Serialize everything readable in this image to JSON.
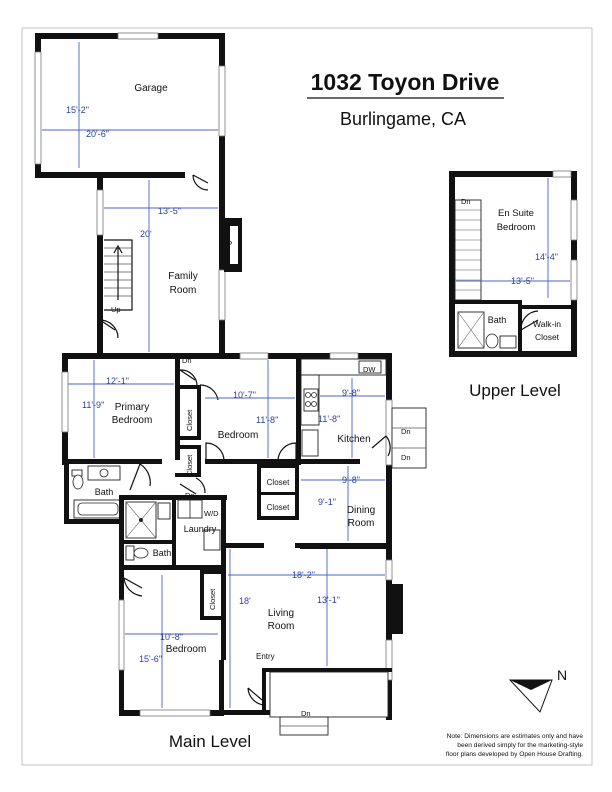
{
  "header": {
    "address": "1032 Toyon Drive",
    "city": "Burlingame, CA"
  },
  "levels": {
    "main": "Main Level",
    "upper": "Upper Level"
  },
  "compass": "N",
  "note": {
    "line1": "Note: Dimensions are estimates only and have",
    "line2": "been derived simply for the marketing-style",
    "line3": "floor plans developed by Open House Drafting."
  },
  "rooms": {
    "garage": "Garage",
    "family1": "Family",
    "family2": "Room",
    "primary1": "Primary",
    "primary2": "Bedroom",
    "bedroom_mid": "Bedroom",
    "kitchen": "Kitchen",
    "dining1": "Dining",
    "dining2": "Room",
    "living1": "Living",
    "living2": "Room",
    "bedroom_low": "Bedroom",
    "bath_main": "Bath",
    "bath_small": "Bath",
    "laundry": "Laundry",
    "en_suite1": "En Suite",
    "en_suite2": "Bedroom",
    "bath_upper": "Bath",
    "walkin1": "Walk-in",
    "walkin2": "Closet"
  },
  "labels": {
    "closet_primary": "Closet",
    "closet_hall": "Closet",
    "closet_a": "Closet",
    "closet_b": "Closet",
    "closet_low": "Closet",
    "fp": "FP",
    "dw": "DW",
    "wd": "W/D",
    "up": "Up",
    "dn_family": "Dn",
    "dn_laundry": "Dn",
    "dn_kitchen1": "Dn",
    "dn_kitchen2": "Dn",
    "dn_entry": "Dn",
    "dn_upper": "Dn",
    "entry": "Entry"
  },
  "dims": {
    "garage_d": "15'-2\"",
    "garage_w": "20'-6\"",
    "family_w": "13'-5\"",
    "family_d": "20'",
    "primary_w": "12'-1\"",
    "primary_d": "11'-9\"",
    "bedroom_mid_w": "10'-7\"",
    "bedroom_mid_d": "11'-8\"",
    "kitchen_w": "9'-8\"",
    "kitchen_d": "11'-8\"",
    "dining_w": "9'-8\"",
    "dining_d": "9'-1\"",
    "living_w": "18'-2\"",
    "living_d1": "18'",
    "living_d2": "13'-1\"",
    "bedroom_low_w": "10'-8\"",
    "bedroom_low_d": "15'-6\"",
    "en_suite_d": "14'-4\"",
    "en_suite_w": "13'-5\""
  }
}
